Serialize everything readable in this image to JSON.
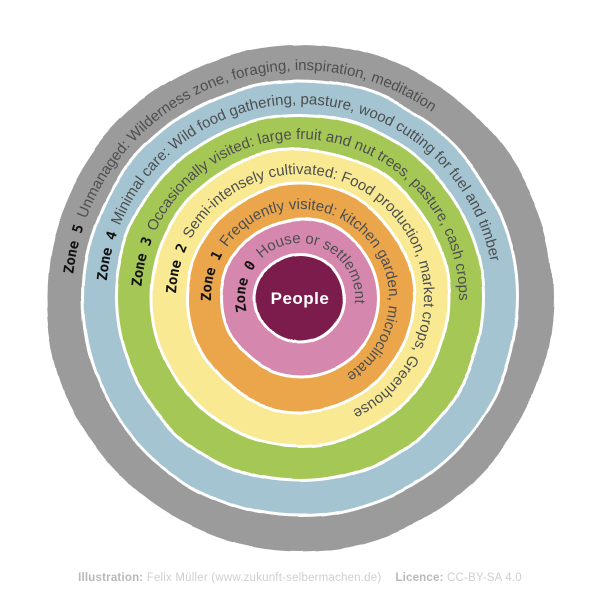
{
  "diagram": {
    "background": "#ffffff",
    "gap_color": "#ffffff",
    "zone_label_color": "#121212",
    "description_color": "#4d4e50",
    "center": {
      "label": "People",
      "color": "#7b1d4e",
      "text_color": "#ffffff"
    },
    "rings": [
      {
        "zone": "Zone 0",
        "description": "House or settlement",
        "color": "#d687ae"
      },
      {
        "zone": "Zone 1",
        "description": "Frequently visited: kitchen garden, microclimate",
        "color": "#eba64b"
      },
      {
        "zone": "Zone 2",
        "description": "Semi-intensely cultivated: Food production, market crops, Greenhouse",
        "color": "#f8e992"
      },
      {
        "zone": "Zone 3",
        "description": "Occasionally visited: large fruit and nut trees, pasture, cash crops",
        "color": "#a5c754"
      },
      {
        "zone": "Zone 4",
        "description": "Minimal care: Wild food gathering, pasture, wood cutting for fuel and timber",
        "color": "#a3c4d0"
      },
      {
        "zone": "Zone 5",
        "description": "Unmanaged: Wilderness zone, foraging, inspiration, meditation",
        "color": "#9b9b9b"
      }
    ]
  },
  "footer": {
    "illustration_label": "Illustration:",
    "illustration_value": " Felix Müller (www.zukunft-selbermachen.de)",
    "licence_label": "Licence:",
    "licence_value": " CC-BY-SA 4.0"
  }
}
